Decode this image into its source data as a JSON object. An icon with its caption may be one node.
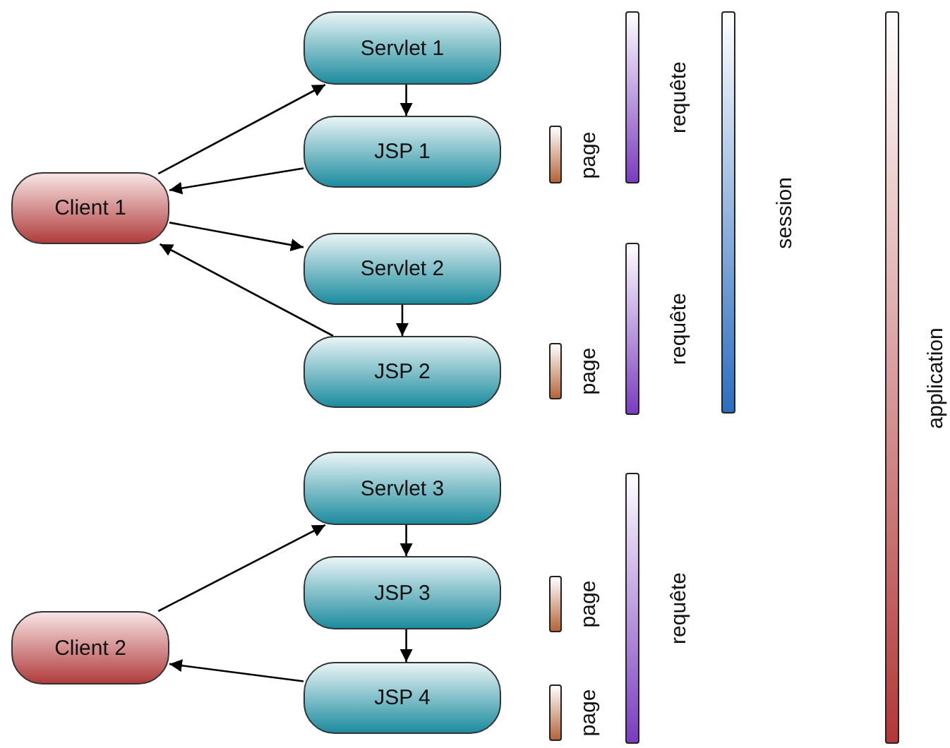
{
  "diagram": {
    "nodes": [
      {
        "text": [
          "Servlet 1"
        ]
      },
      {
        "text": [
          "JSP 1"
        ]
      },
      {
        "text": [
          "Client 1"
        ]
      },
      {
        "text": [
          "Servlet 2"
        ]
      },
      {
        "text": [
          "JSP 2"
        ]
      },
      {
        "text": [
          "Servlet 3"
        ]
      },
      {
        "text": [
          "JSP 3"
        ]
      },
      {
        "text": [
          "Client 2"
        ]
      },
      {
        "text": [
          "JSP 4"
        ]
      },
      {
        "text": [
          "page"
        ]
      },
      {
        "text": [
          "requête"
        ]
      },
      {
        "text": [
          "session"
        ]
      },
      {
        "text": [
          "application"
        ]
      },
      {
        "text": [
          "page"
        ]
      },
      {
        "text": [
          "requête"
        ]
      },
      {
        "text": [
          "requête"
        ]
      },
      {
        "text": [
          "page"
        ]
      },
      {
        "text": [
          "page"
        ]
      }
    ],
    "edges": [
      {
        "from": 2,
        "to": 0,
        "arrow": "to"
      },
      {
        "from": 0,
        "to": 1,
        "arrow": "to"
      },
      {
        "from": 1,
        "to": 2,
        "arrow": "to"
      },
      {
        "from": 2,
        "to": 3,
        "arrow": "to"
      },
      {
        "from": 3,
        "to": 4,
        "arrow": "to"
      },
      {
        "from": 4,
        "to": 2,
        "arrow": "to"
      },
      {
        "from": 7,
        "to": 5,
        "arrow": "to"
      },
      {
        "from": 5,
        "to": 6,
        "arrow": "to"
      },
      {
        "from": 6,
        "to": 8,
        "arrow": "to"
      },
      {
        "from": 8,
        "to": 7,
        "arrow": "to"
      }
    ]
  }
}
